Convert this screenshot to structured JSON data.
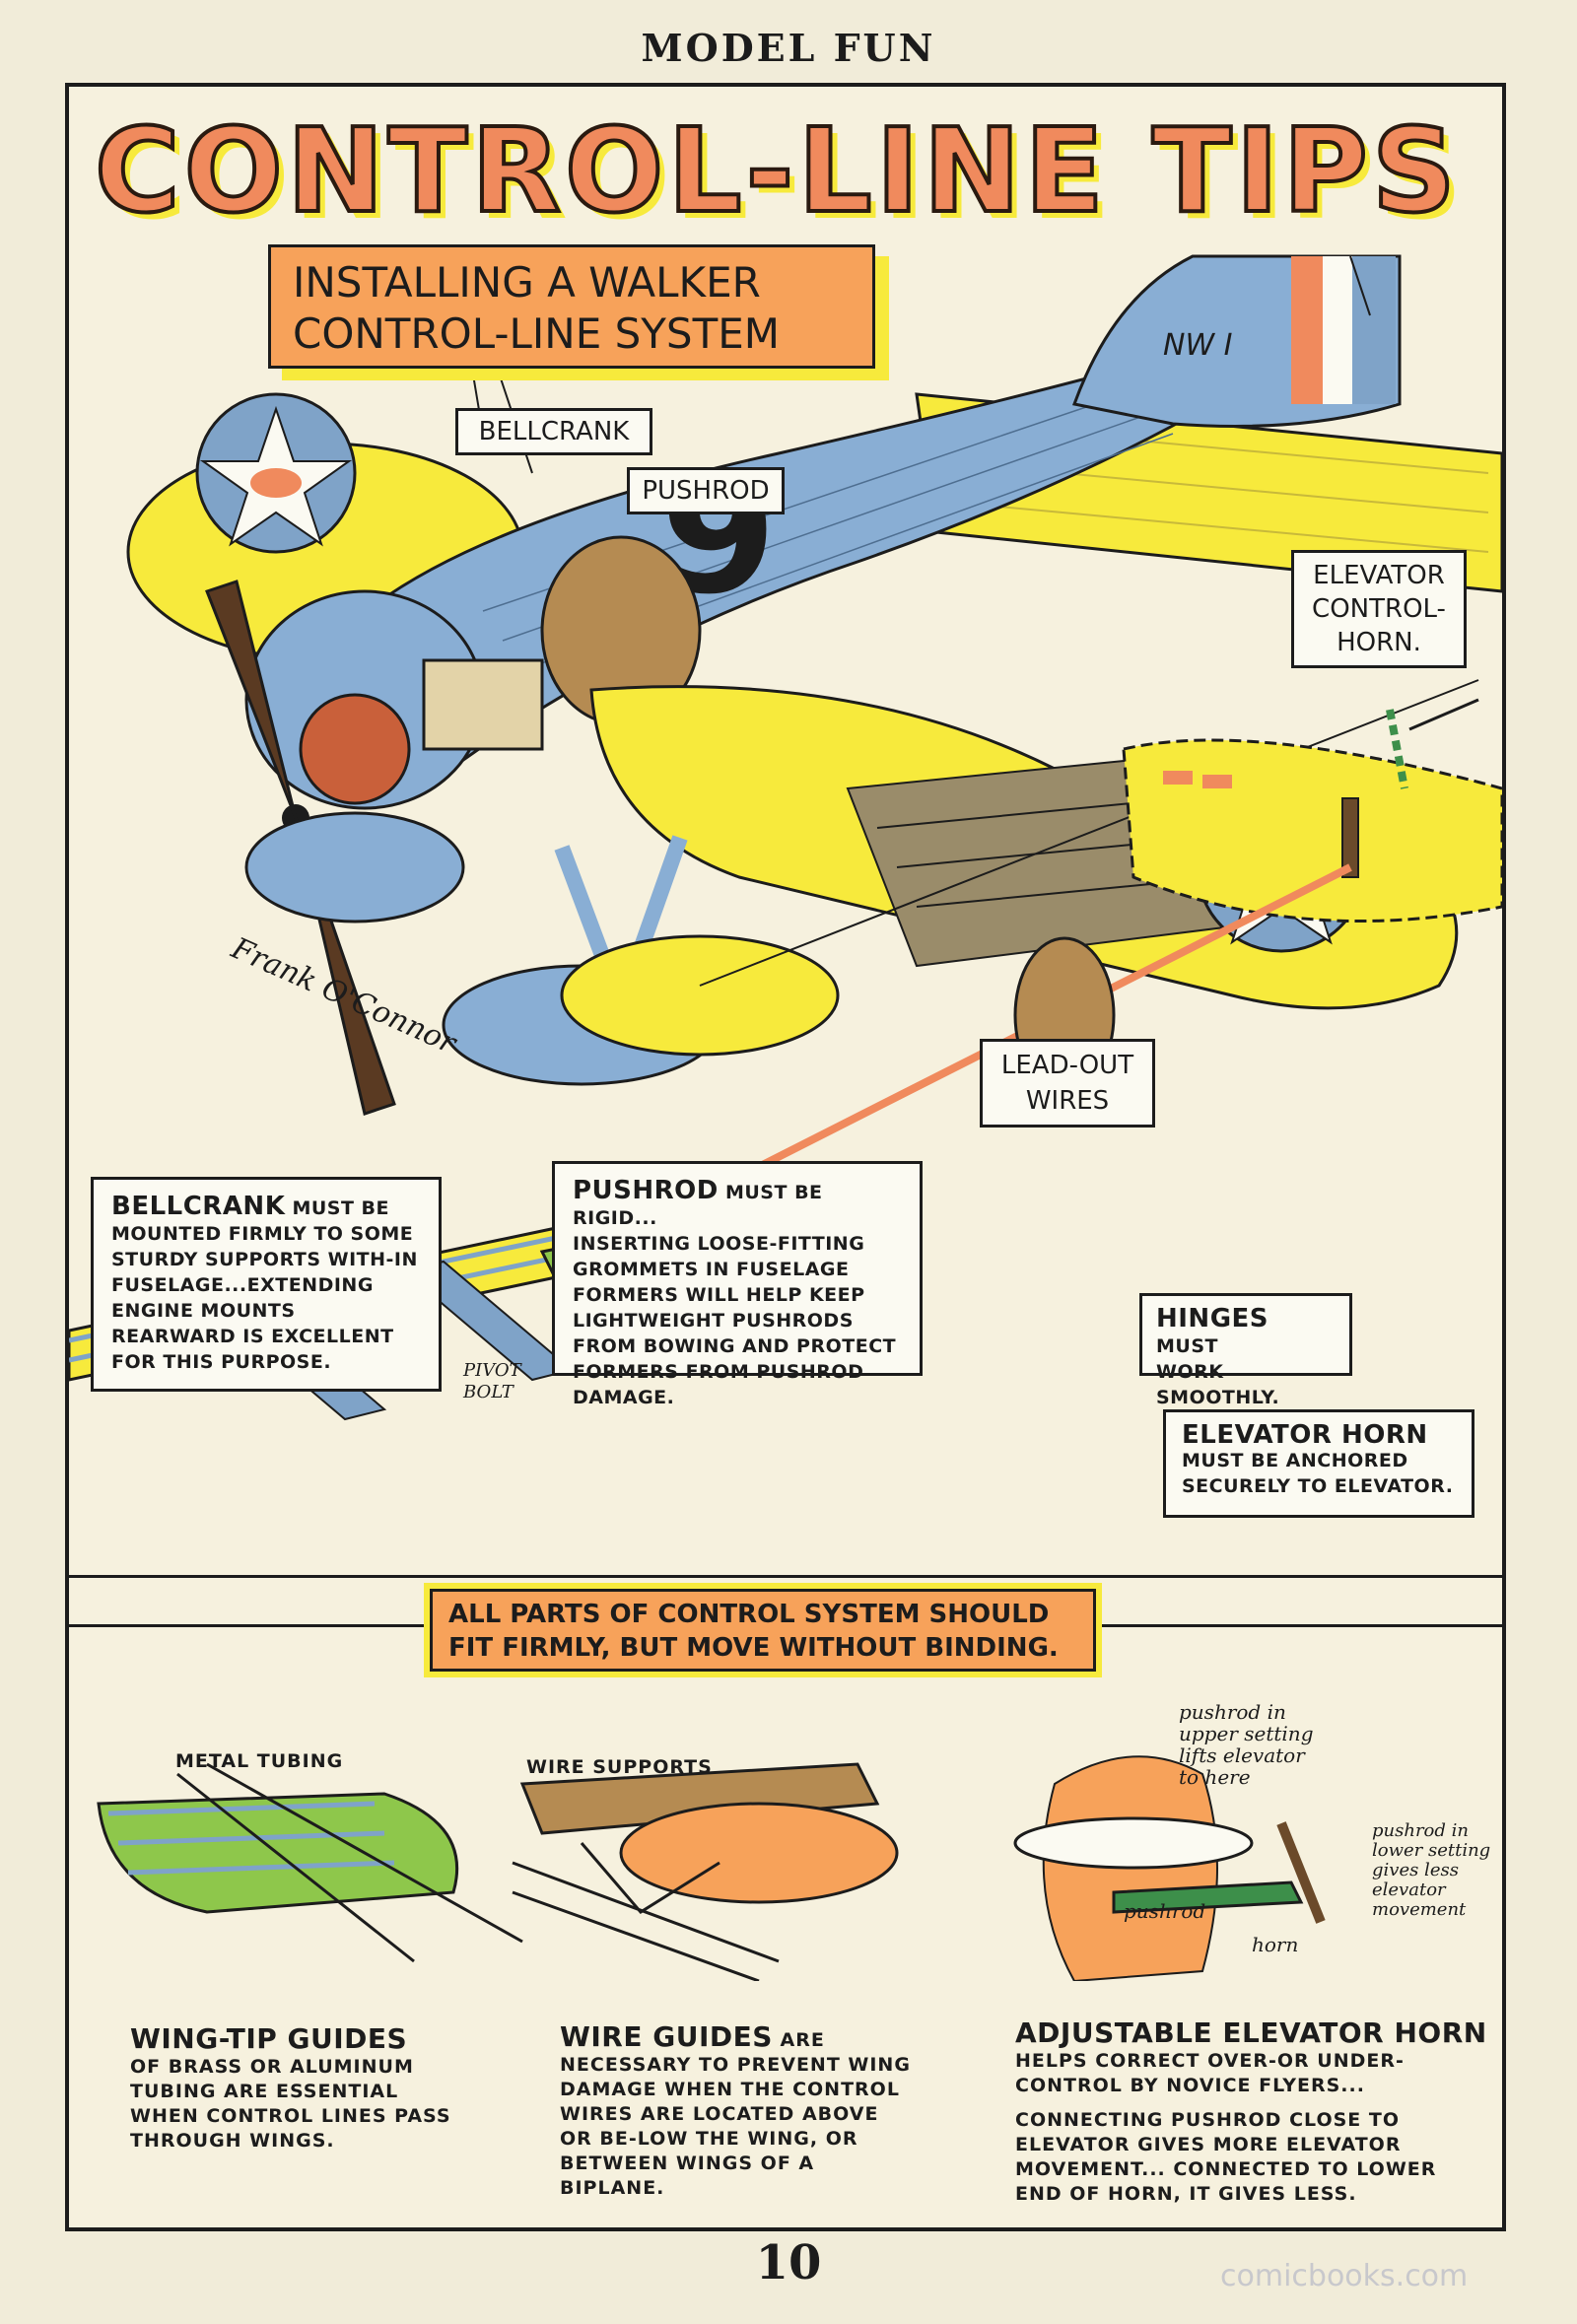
{
  "header": {
    "title": "MODEL FUN"
  },
  "page": {
    "title": "CONTROL-LINE TIPS",
    "subtitle_line1": "INSTALLING A WALKER",
    "subtitle_line2": "CONTROL-LINE SYSTEM",
    "page_number": "10",
    "watermark": "comicbooks.com"
  },
  "plane": {
    "number": "9",
    "tail_code": "NW I",
    "signature": "Frank O'Connor"
  },
  "labels": {
    "bellcrank": "BELLCRANK",
    "pushrod": "PUSHROD",
    "elevator_horn_1": "ELEVATOR",
    "elevator_horn_2": "CONTROL-",
    "elevator_horn_3": "HORN.",
    "leadout_1": "LEAD-OUT",
    "leadout_2": "WIRES",
    "pivot_1": "PIVOT",
    "pivot_2": "BOLT"
  },
  "callouts": {
    "bellcrank": {
      "lead": "BELLCRANK",
      "lead_rest": " MUST BE",
      "body": "MOUNTED FIRMLY TO SOME STURDY SUPPORTS WITH-IN FUSELAGE...EXTENDING ENGINE MOUNTS REARWARD IS EXCELLENT FOR THIS PURPOSE."
    },
    "pushrod": {
      "lead": "PUSHROD",
      "lead_rest": " MUST BE RIGID...",
      "body": "INSERTING LOOSE-FITTING GROMMETS IN FUSELAGE FORMERS WILL HELP KEEP LIGHTWEIGHT PUSHRODS FROM BOWING AND PROTECT FORMERS FROM PUSHROD DAMAGE."
    },
    "hinges": {
      "lead": "HINGES",
      "lead_rest": " MUST",
      "body": "WORK SMOOTHLY."
    },
    "elevator_horn": {
      "lead": "ELEVATOR HORN",
      "body": "MUST BE ANCHORED SECURELY TO ELEVATOR."
    }
  },
  "banner": {
    "line1": "ALL PARTS OF CONTROL SYSTEM SHOULD",
    "line2": "FIT FIRMLY, BUT MOVE WITHOUT BINDING."
  },
  "bottom": {
    "metal_tubing_label": "METAL TUBING",
    "wire_supports_label": "WIRE SUPPORTS",
    "hand_notes": {
      "upper_1": "pushrod in",
      "upper_2": "upper setting",
      "upper_3": "lifts elevator",
      "upper_4": "to here",
      "lower_1": "pushrod in",
      "lower_2": "lower setting",
      "lower_3": "gives less",
      "lower_4": "elevator",
      "lower_5": "movement",
      "pushrod": "pushrod",
      "horn": "horn"
    },
    "wingtip": {
      "title": "WING-TIP GUIDES",
      "body": "OF BRASS OR ALUMINUM TUBING ARE ESSENTIAL WHEN CONTROL LINES PASS THROUGH WINGS."
    },
    "wireguides": {
      "title": "WIRE GUIDES",
      "title_rest": " ARE",
      "body": "NECESSARY TO PREVENT WING DAMAGE WHEN THE CONTROL WIRES ARE LOCATED ABOVE OR BE-LOW THE WING, OR BETWEEN WINGS OF A BIPLANE."
    },
    "adjustable": {
      "title": "ADJUSTABLE ELEVATOR HORN",
      "body1": "HELPS CORRECT OVER-OR UNDER-CONTROL BY NOVICE FLYERS...",
      "body2": "CONNECTING PUSHROD CLOSE TO ELEVATOR GIVES MORE ELEVATOR MOVEMENT... CONNECTED TO LOWER END OF HORN, IT GIVES LESS."
    }
  }
}
